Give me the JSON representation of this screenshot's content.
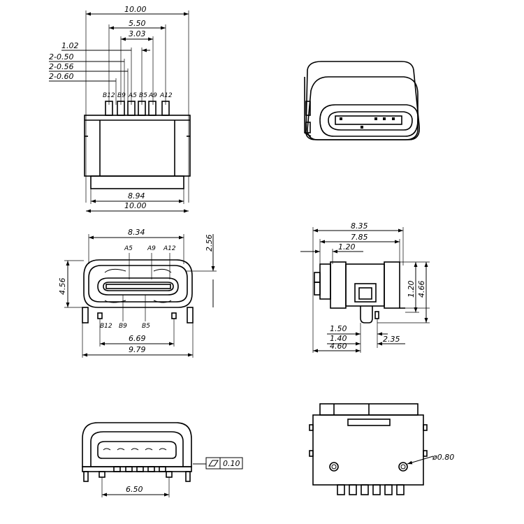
{
  "top_view": {
    "dims": {
      "overall_top": "10.00",
      "span_outer": "5.50",
      "span_inner": "3.03",
      "pitch_a": "1.02",
      "pitch_b": "2-0.50",
      "pitch_c": "2-0.56",
      "pitch_d": "2-0.60",
      "body_bottom": "8.94",
      "overall_bottom": "10.00"
    },
    "pins": [
      "B12",
      "B9",
      "A5",
      "B5",
      "A9",
      "A12"
    ]
  },
  "front_view": {
    "dims": {
      "width_top": "8.34",
      "height_right": "2.56",
      "height_left": "4.56",
      "lead_span": "6.69",
      "overall": "9.79"
    },
    "pins_top": [
      "A5",
      "A9",
      "A12"
    ],
    "pins_bottom": [
      "B12",
      "B9",
      "B5"
    ]
  },
  "side_view": {
    "dims": {
      "d1": "8.35",
      "d2": "7.85",
      "d3": "1.20",
      "v1": "1.20",
      "v2": "4.66",
      "b1": "1.50",
      "b2": "1.40",
      "b3": "4.60",
      "b4": "2.35"
    }
  },
  "rear_view": {
    "dims": {
      "width": "6.50",
      "flatness": "0.10"
    }
  },
  "bottom_view": {
    "dims": {
      "hole": "ø0.80"
    }
  }
}
